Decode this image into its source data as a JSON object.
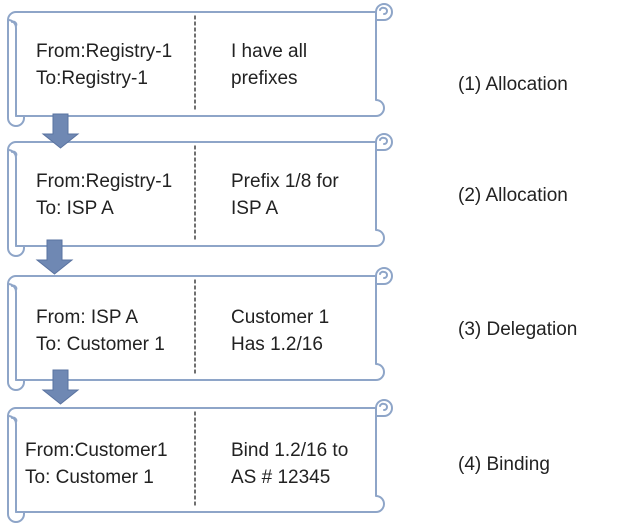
{
  "colors": {
    "scroll_stroke": "#8ea5c8",
    "arrow_fill": "#6f88b3",
    "arrow_stroke": "#5a73a0",
    "text": "#222222"
  },
  "steps": [
    {
      "from_to": [
        "From:Registry-1",
        "To:Registry-1"
      ],
      "message": [
        "I have all",
        "prefixes"
      ],
      "label": "(1) Allocation"
    },
    {
      "from_to": [
        "From:Registry-1",
        "To: ISP A"
      ],
      "message": [
        "Prefix 1/8 for",
        "ISP A"
      ],
      "label": "(2) Allocation"
    },
    {
      "from_to": [
        "From: ISP A",
        "To: Customer 1"
      ],
      "message": [
        "Customer 1",
        "Has 1.2/16"
      ],
      "label": "(3) Delegation"
    },
    {
      "from_to": [
        "From:Customer1",
        "To: Customer 1"
      ],
      "message": [
        "Bind 1.2/16 to",
        "AS # 12345"
      ],
      "label": "(4) Binding"
    }
  ]
}
